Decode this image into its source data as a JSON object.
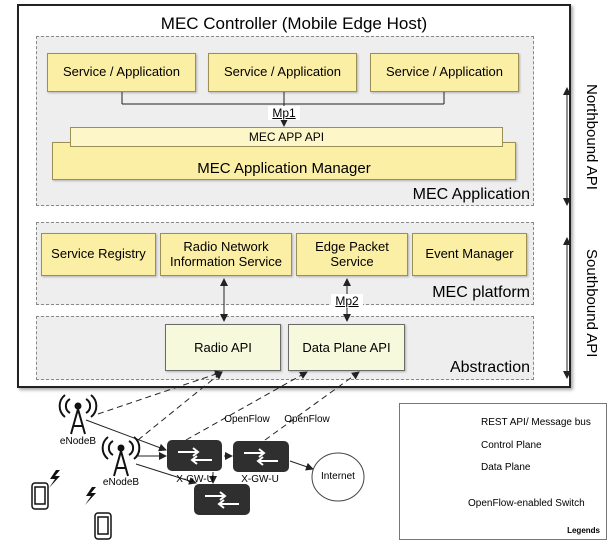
{
  "controller": {
    "title": "MEC Controller (Mobile Edge Host)"
  },
  "mec_application": {
    "label": "MEC Application",
    "services": [
      "Service / Application",
      "Service / Application",
      "Service / Application"
    ],
    "mp1": "Mp1",
    "app_api": "MEC APP API",
    "app_manager": "MEC Application Manager"
  },
  "mec_platform": {
    "label": "MEC platform",
    "service_registry": "Service Registry",
    "rnis_line1": "Radio Network",
    "rnis_line2": "Information Service",
    "eps_line1": "Edge Packet",
    "eps_line2": "Service",
    "event_manager": "Event Manager",
    "mp2": "Mp2"
  },
  "abstraction": {
    "label": "Abstraction",
    "radio_api": "Radio API",
    "data_plane_api": "Data Plane API"
  },
  "side_labels": {
    "northbound": "Northbound API",
    "southbound": "Southbound API"
  },
  "network": {
    "enodeb_1": "eNodeB",
    "enodeb_2": "eNodeB",
    "openflow_1": "OpenFlow",
    "openflow_2": "OpenFlow",
    "xgwu_1": "X-GW-U",
    "xgwu_2": "X-GW-U",
    "internet": "Internet"
  },
  "legend": {
    "rest": "REST API/ Message bus",
    "control": "Control Plane",
    "data": "Data Plane",
    "switch": "OpenFlow-enabled Switch",
    "title": "Legends"
  }
}
